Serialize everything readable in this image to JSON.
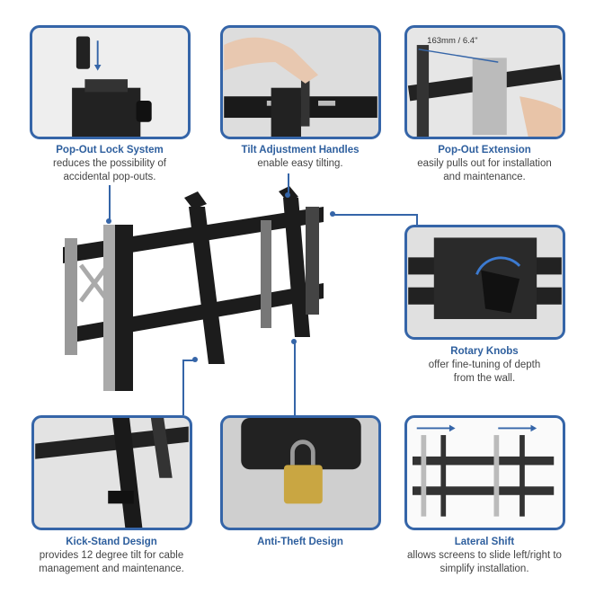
{
  "features": [
    {
      "title": "Pop-Out Lock System",
      "desc": [
        "reduces the possibility of",
        "accidental pop-outs."
      ]
    },
    {
      "title": "Tilt Adjustment Handles",
      "desc": [
        "enable easy tilting."
      ]
    },
    {
      "title": "Pop-Out Extension",
      "desc": [
        "easily pulls out for installation",
        "and maintenance."
      ]
    },
    {
      "title": "Rotary Knobs",
      "desc": [
        "offer fine-tuning of depth",
        "from the wall."
      ]
    },
    {
      "title": "Kick-Stand Design",
      "desc": [
        "provides 12 degree tilt for cable",
        "management and maintenance."
      ]
    },
    {
      "title": "Anti-Theft Design",
      "desc": []
    },
    {
      "title": "Lateral Shift",
      "desc": [
        "allows screens to slide left/right to",
        "simplify installation."
      ]
    }
  ],
  "extension_measure": "163mm / 6.4\"",
  "colors": {
    "accent": "#3565a8",
    "title": "#2e5f9e"
  }
}
